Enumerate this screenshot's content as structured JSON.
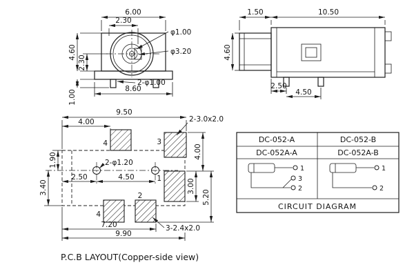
{
  "caption": "P.C.B LAYOUT(Copper-side view)",
  "front_view": {
    "dim_top_width": "6.00",
    "dim_top_half": "2.30",
    "dim_pin_dia": "φ1.00",
    "dim_bore_dia": "φ3.20",
    "dim_height": "4.60",
    "dim_center_height": "2.30",
    "dim_leg_holes": "2-φ1.00",
    "dim_base_width": "8.60",
    "dim_leg_length": "1.00"
  },
  "side_view": {
    "dim_barrel_length": "1.50",
    "dim_body_length": "10.50",
    "dim_height": "4.60",
    "dim_pin_offset": "2.50",
    "dim_pin_pitch": "4.50"
  },
  "pcb": {
    "dim_width_top": "9.50",
    "dim_pad_offset": "4.00",
    "dim_slot_top": "2-3.0x2.0",
    "dim_right_top": "4.00",
    "dim_left_upper": "1.90",
    "dim_left_lower": "3.40",
    "dim_holes": "2-φ1.20",
    "dim_hole_offset": "2.50",
    "dim_hole_pitch": "4.50",
    "dim_pad1_height": "3.00",
    "dim_right_lower": "5.20",
    "dim_width_bottom_inner": "7.20",
    "dim_width_bottom": "9.90",
    "dim_slot_bottom": "3-2.4x2.0",
    "pad_labels": {
      "p4_top": "4",
      "p3": "3",
      "p1": "1",
      "p2": "2",
      "p4_bottom": "4"
    }
  },
  "table": {
    "models": [
      {
        "left": "DC-052-A",
        "right": "DC-052-B"
      },
      {
        "left": "DC-052A-A",
        "right": "DC-052A-B"
      }
    ],
    "left_pins": {
      "p1": "1",
      "p3": "3",
      "p2": "2"
    },
    "right_pins": {
      "p1": "1",
      "p2": "2"
    },
    "caption": "CIRCUIT DIAGRAM"
  }
}
